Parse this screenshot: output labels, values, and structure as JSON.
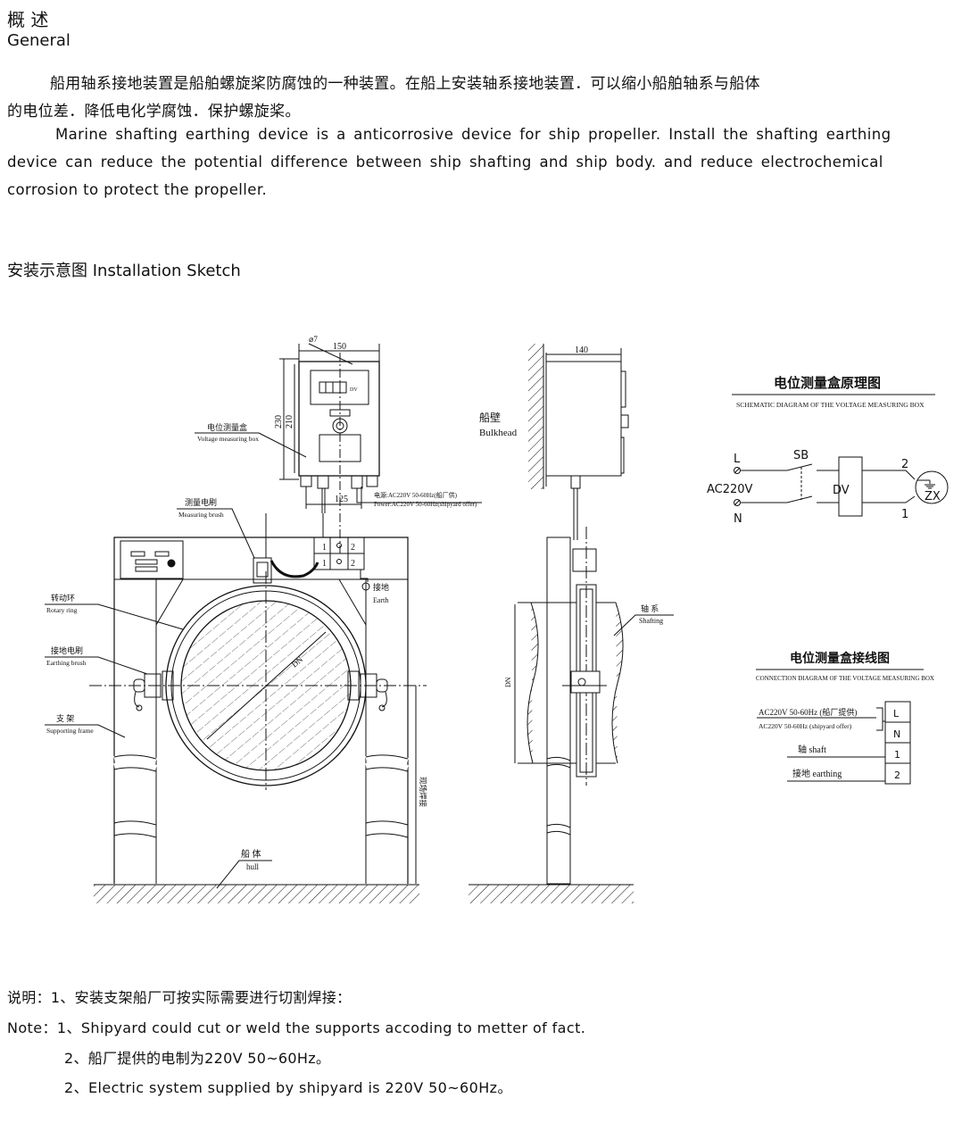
{
  "header": {
    "title_cn": "概 述",
    "title_en": "General"
  },
  "intro": {
    "cn_line1": "船用轴系接地装置是船舶螺旋桨防腐蚀的一种装置。在船上安装轴系接地装置．可以缩小船舶轴系与船体",
    "cn_line2": "的电位差．降低电化学腐蚀．保护螺旋桨。",
    "en_line1": "Marine shafting earthing device is a anticorrosive device for ship propeller. Install the shafting earthing",
    "en_line2": "device can reduce the potential difference between ship shafting and ship body. and reduce electrochemical",
    "en_line3": "corrosion to protect the propeller."
  },
  "section": {
    "title": "安装示意图 Installation Sketch"
  },
  "sketch": {
    "dim_hole": "⌀7",
    "dim_width": "150",
    "dim_h1": "230",
    "dim_h2": "210",
    "dim_125": "125",
    "dim_140": "140",
    "display_unit": "DV",
    "box_label_cn": "电位测量盒",
    "box_label_en": "Voltage measuring box",
    "power_cn": "电源:AC220V 50-60Hz(船厂供)",
    "power_en": "Power:AC220V 50-60Hz(shipyard offer)",
    "brush_cn": "测量电刷",
    "brush_en": "Measuring brush",
    "ring_cn": "转动环",
    "ring_en": "Rotary ring",
    "earth_brush_cn": "接地电刷",
    "earth_brush_en": "Earthing brush",
    "frame_cn": "支 架",
    "frame_en": "Supporting frame",
    "earth_cn": "接地",
    "earth_en": "Earth",
    "hull_cn": "船 体",
    "hull_en": "hull",
    "dn": "DN",
    "weld": "现场焊接",
    "terminal_1": "1",
    "terminal_2": "2",
    "bulkhead_cn": "船壁",
    "bulkhead_en": "Bulkhead",
    "shaft_cn": "轴 系",
    "shaft_en": "Shafting"
  },
  "schematic": {
    "title_cn": "电位测量盒原理图",
    "title_en": "SCHEMATIC DIAGRAM OF THE VOLTAGE MEASURING BOX",
    "L": "L",
    "N": "N",
    "voltage": "AC220V",
    "switch": "SB",
    "meter": "DV",
    "zx": "ZX",
    "t2": "2",
    "t1": "1"
  },
  "connection": {
    "title_cn": "电位测量盒接线图",
    "title_en": "CONNECTION DIAGRAM OF THE VOLTAGE MEASURING BOX",
    "power_cn": "AC220V 50-60Hz (船厂提供)",
    "power_en": "AC220V 50-60Hz (shipyard offer)",
    "shaft": "轴 shaft",
    "earthing": "接地 earthing",
    "terminals": [
      "L",
      "N",
      "1",
      "2"
    ]
  },
  "notes": {
    "cn_1": "说明：1、安装支架船厂可按实际需要进行切割焊接：",
    "en_1": "Note：1、Shipyard could cut or weld the supports accoding to metter of fact.",
    "cn_2": "2、船厂提供的电制为220V 50~60Hz。",
    "en_2": "2、Electric system supplied by shipyard is 220V 50~60Hz。"
  }
}
